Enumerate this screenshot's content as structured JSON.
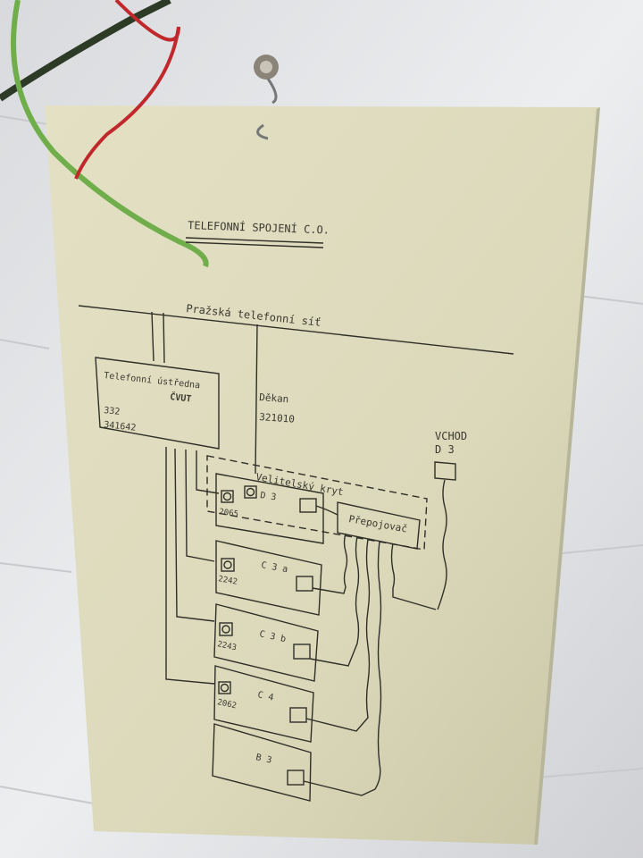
{
  "title": "TELEFONNÍ SPOJENÍ C.O.",
  "network_label": "Pražská telefonní síť",
  "exchange": {
    "line1": "Telefonní ústředna",
    "line2": "ČVUT",
    "number1": "332",
    "number2": "341642"
  },
  "dean": {
    "label": "Děkan",
    "number": "321010"
  },
  "entrance": {
    "label": "VCHOD",
    "room": "D 3"
  },
  "bunker_label": "Velitelský kryt",
  "switchboard_label": "Přepojovač",
  "rooms": [
    {
      "name": "D 3",
      "extension": "2065"
    },
    {
      "name": "C 3 a",
      "extension": "2242"
    },
    {
      "name": "C 3 b",
      "extension": "2243"
    },
    {
      "name": "C 4",
      "extension": "2062"
    },
    {
      "name": "B 3",
      "extension": ""
    }
  ],
  "colors": {
    "wall": "#e6e7ea",
    "paper": "#dedcbf",
    "ink": "#2f2f28",
    "wire_green": "#6fae4a",
    "wire_red": "#c0282c"
  }
}
